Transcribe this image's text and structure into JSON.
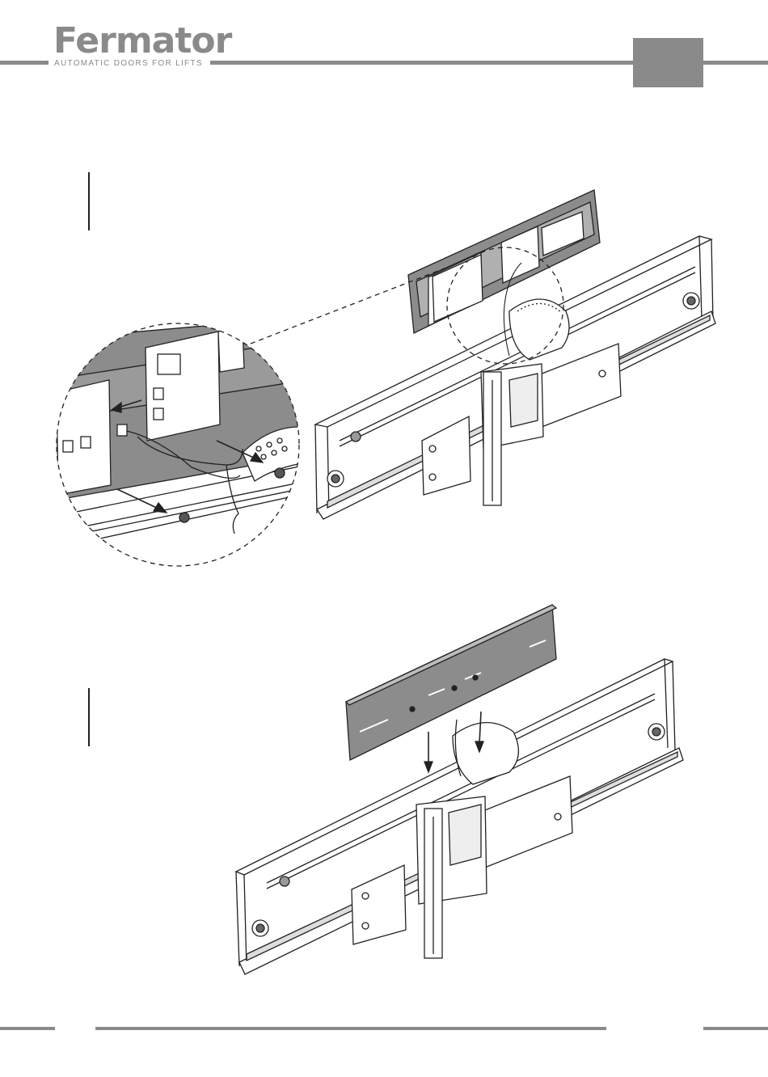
{
  "header": {
    "brand_name": "Fermator",
    "tagline": "AUTOMATIC DOORS FOR LIFTS"
  },
  "figures": [
    {
      "name": "figure-1",
      "description_hidden": true
    },
    {
      "name": "figure-2",
      "description_hidden": true
    }
  ],
  "colors": {
    "brand_gray": "#8a8a8a",
    "panel_gray": "#8c8c8c",
    "line": "#222222"
  }
}
